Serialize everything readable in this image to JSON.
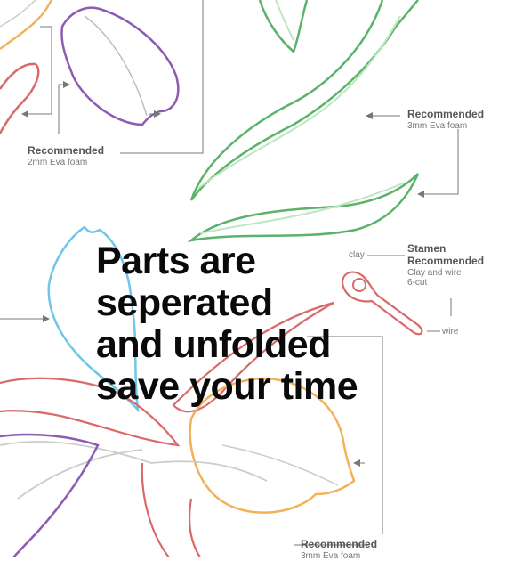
{
  "labels": {
    "left_top": {
      "title": "Recommended",
      "sub": "2mm Eva foam"
    },
    "right_top": {
      "title": "Recommended",
      "sub": "3mm Eva foam"
    },
    "stamen": {
      "title1": "Stamen",
      "title2": "Recommended",
      "sub1": "Clay and wire",
      "sub2": "6-cut"
    },
    "clay_tag": "clay",
    "wire_tag": "wire",
    "bottom": {
      "title": "Recommended",
      "sub": "3mm Eva foam"
    }
  },
  "headline": {
    "line1": "Parts are",
    "line2": "seperated",
    "line3": "and unfolded",
    "line4": "save your time"
  },
  "colors": {
    "orange": "#f3b15a",
    "purple": "#8d5bb1",
    "red": "#d86a6a",
    "green": "#5bb26a",
    "light_green": "#bfe6c3",
    "blue": "#6fc6e6",
    "gray": "#bdbdbd",
    "line": "#777777"
  }
}
